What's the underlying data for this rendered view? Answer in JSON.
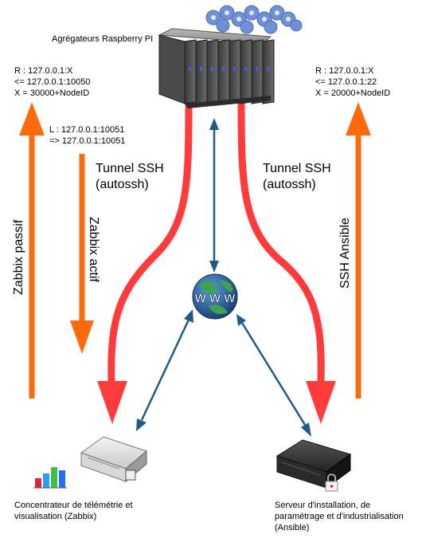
{
  "aggregator": {
    "title": "Agrégateurs Raspberry PI"
  },
  "left_mapping": {
    "line1": "R : 127.0.0.1:X",
    "line2": "<= 127.0.0.1:10050",
    "line3": "X = 30000+NodeID"
  },
  "right_mapping": {
    "line1": "R : 127.0.0.1:X",
    "line2": "<= 127.0.0.1:22",
    "line3": "X = 20000+NodeID"
  },
  "local_mapping": {
    "line1": "L : 127.0.0.1:10051",
    "line2": "=> 127.0.0.1:10051"
  },
  "tunnel_left": {
    "line1": "Tunnel SSH",
    "line2": "(autossh)"
  },
  "tunnel_right": {
    "line1": "Tunnel SSH",
    "line2": "(autossh)"
  },
  "arrows": {
    "zabbix_passif": "Zabbix passif",
    "zabbix_actif": "Zabbix actif",
    "ssh_ansible": "SSH Ansible"
  },
  "www": {
    "label": "W W W"
  },
  "telemetry_server": {
    "line1": "Concentrateur de télémétrie et",
    "line2": "visualisation (Zabbix)"
  },
  "install_server": {
    "line1": "Serveur d'installation, de",
    "line2": "paramétrage et d'industrialisation",
    "line3": "(Ansible)"
  },
  "colors": {
    "tunnel_red": "#ff3b3b",
    "orange": "#ff6a0a",
    "blue": "#1f5a8c",
    "gear_blue": "#6f8fd6"
  }
}
